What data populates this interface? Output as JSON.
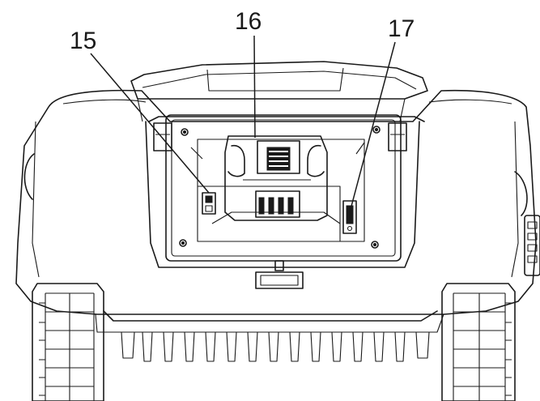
{
  "callouts": [
    {
      "id": "15",
      "label": "15"
    },
    {
      "id": "16",
      "label": "16"
    },
    {
      "id": "17",
      "label": "17"
    }
  ],
  "colors": {
    "line": "#1a1a1a",
    "background": "#ffffff"
  }
}
